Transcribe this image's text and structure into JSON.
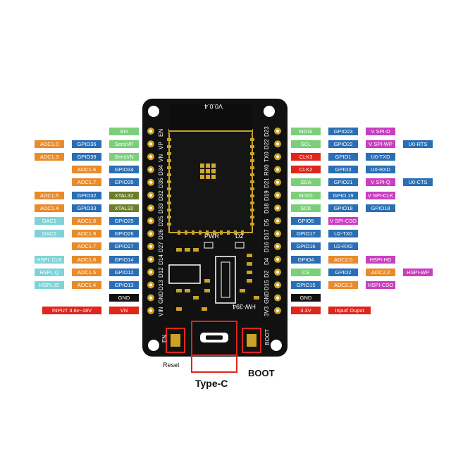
{
  "board": {
    "version": "V0.0.4",
    "model": "HW-394",
    "pwr_label": "PWR",
    "d2_label": "D2",
    "en_button_label": "EN",
    "boot_button_label": "BOOT"
  },
  "captions": {
    "reset": "Reset",
    "boot": "BOOT",
    "usb": "Type-C"
  },
  "colors": {
    "green": "#7ccf7a",
    "orange": "#e98b2a",
    "blue": "#2a6fb5",
    "olive": "#6b7e2a",
    "pink": "#c93fc0",
    "cyan": "#7fd3d8",
    "red": "#e0251b",
    "black": "#111111",
    "board": "#111111",
    "highlight": "#e0251b"
  },
  "left_pins": [
    {
      "pin": "EN",
      "labels": [
        {
          "t": "EN",
          "c": "green"
        }
      ]
    },
    {
      "pin": "VP",
      "labels": [
        {
          "t": "ADC1.0",
          "c": "orange"
        },
        {
          "t": "GPIO36",
          "c": "blue"
        },
        {
          "t": "SensVP",
          "c": "green"
        }
      ]
    },
    {
      "pin": "VN",
      "labels": [
        {
          "t": "ADC1.3",
          "c": "orange"
        },
        {
          "t": "GPIO39",
          "c": "blue"
        },
        {
          "t": "SensVN",
          "c": "green"
        }
      ]
    },
    {
      "pin": "D34",
      "labels": [
        {
          "t": "ADC1.6",
          "c": "orange"
        },
        {
          "t": "GPIO34",
          "c": "blue"
        }
      ]
    },
    {
      "pin": "D35",
      "labels": [
        {
          "t": "ADC1.7",
          "c": "orange"
        },
        {
          "t": "GPIO35",
          "c": "blue"
        }
      ]
    },
    {
      "pin": "D32",
      "labels": [
        {
          "t": "ADC1.5",
          "c": "orange"
        },
        {
          "t": "GPIO32",
          "c": "blue"
        },
        {
          "t": "XTAL32",
          "c": "olive"
        }
      ]
    },
    {
      "pin": "D33",
      "labels": [
        {
          "t": "ADC1.4",
          "c": "orange"
        },
        {
          "t": "GPIO33",
          "c": "blue"
        },
        {
          "t": "XTAL32",
          "c": "olive"
        }
      ]
    },
    {
      "pin": "D25",
      "labels": [
        {
          "t": "DAC1",
          "c": "cyan"
        },
        {
          "t": "ADC1.8",
          "c": "orange"
        },
        {
          "t": "GPIO25",
          "c": "blue"
        }
      ]
    },
    {
      "pin": "D26",
      "labels": [
        {
          "t": "DAC2",
          "c": "cyan"
        },
        {
          "t": "ADC1.9",
          "c": "orange"
        },
        {
          "t": "GPIO26",
          "c": "blue"
        }
      ]
    },
    {
      "pin": "D27",
      "labels": [
        {
          "t": "ADC1.7",
          "c": "orange"
        },
        {
          "t": "GPIO27",
          "c": "blue"
        }
      ]
    },
    {
      "pin": "D14",
      "labels": [
        {
          "t": "HSPL CLK",
          "c": "cyan"
        },
        {
          "t": "ADC1.6",
          "c": "orange"
        },
        {
          "t": "GPIO14",
          "c": "blue"
        }
      ]
    },
    {
      "pin": "D12",
      "labels": [
        {
          "t": "HSPL Q",
          "c": "cyan"
        },
        {
          "t": "ADC1.5",
          "c": "orange"
        },
        {
          "t": "GPIO12",
          "c": "blue"
        }
      ]
    },
    {
      "pin": "D13",
      "labels": [
        {
          "t": "HSPL ID",
          "c": "cyan"
        },
        {
          "t": "ADC1.4",
          "c": "orange"
        },
        {
          "t": "GPIO13",
          "c": "blue"
        }
      ]
    },
    {
      "pin": "GND",
      "labels": [
        {
          "t": "GND",
          "c": "black"
        }
      ]
    },
    {
      "pin": "VIN",
      "labels": [
        {
          "t": "INPUT  3.6v~18V",
          "c": "red"
        },
        {
          "t": "VN",
          "c": "red"
        }
      ]
    }
  ],
  "right_pins": [
    {
      "pin": "D23",
      "labels": [
        {
          "t": "MOSI",
          "c": "green"
        },
        {
          "t": "GPIO23",
          "c": "blue"
        },
        {
          "t": "V SPI-D",
          "c": "pink"
        }
      ]
    },
    {
      "pin": "D22",
      "labels": [
        {
          "t": "SCL",
          "c": "green"
        },
        {
          "t": "GPIO22",
          "c": "blue"
        },
        {
          "t": "V SPI-WP",
          "c": "pink"
        },
        {
          "t": "U0-RTS",
          "c": "blue"
        }
      ]
    },
    {
      "pin": "TX0",
      "labels": [
        {
          "t": "CLK3",
          "c": "red"
        },
        {
          "t": "GPIO1",
          "c": "blue"
        },
        {
          "t": "U0-TXD",
          "c": "blue"
        }
      ]
    },
    {
      "pin": "RX0",
      "labels": [
        {
          "t": "CLK2",
          "c": "red"
        },
        {
          "t": "GPIO3",
          "c": "blue"
        },
        {
          "t": "U0-RXD",
          "c": "blue"
        }
      ]
    },
    {
      "pin": "D21",
      "labels": [
        {
          "t": "SDA",
          "c": "green"
        },
        {
          "t": "GPIO21",
          "c": "blue"
        },
        {
          "t": "V SPI-Q",
          "c": "pink"
        },
        {
          "t": "U0-CTS",
          "c": "blue"
        }
      ]
    },
    {
      "pin": "D19",
      "labels": [
        {
          "t": "MISO",
          "c": "green"
        },
        {
          "t": "GPIO.19",
          "c": "blue"
        },
        {
          "t": "V SPI-CLK",
          "c": "pink"
        }
      ]
    },
    {
      "pin": "D18",
      "labels": [
        {
          "t": "SCK",
          "c": "green"
        },
        {
          "t": "GPIO18",
          "c": "blue"
        },
        {
          "t": "GPIO18",
          "c": "blue"
        }
      ]
    },
    {
      "pin": "D5",
      "labels": [
        {
          "t": "GPIO5",
          "c": "blue"
        },
        {
          "t": "V SPI-CSO",
          "c": "pink"
        }
      ]
    },
    {
      "pin": "D17",
      "labels": [
        {
          "t": "GPIO17",
          "c": "blue"
        },
        {
          "t": "U2-TX0",
          "c": "blue"
        }
      ]
    },
    {
      "pin": "D16",
      "labels": [
        {
          "t": "GPIO16",
          "c": "blue"
        },
        {
          "t": "U2-RX0",
          "c": "blue"
        }
      ]
    },
    {
      "pin": "D4",
      "labels": [
        {
          "t": "GPIO4",
          "c": "blue"
        },
        {
          "t": "ADC2.0",
          "c": "orange"
        },
        {
          "t": "HSPI-HD",
          "c": "pink"
        }
      ]
    },
    {
      "pin": "D2",
      "labels": [
        {
          "t": "CS",
          "c": "green"
        },
        {
          "t": "GPIO2",
          "c": "blue"
        },
        {
          "t": "ADC2.2",
          "c": "orange"
        },
        {
          "t": "HSPI-WP",
          "c": "pink"
        }
      ]
    },
    {
      "pin": "D15",
      "labels": [
        {
          "t": "GPIO15",
          "c": "blue"
        },
        {
          "t": "ADC2.3",
          "c": "orange"
        },
        {
          "t": "HSPI-CSO",
          "c": "pink"
        }
      ]
    },
    {
      "pin": "GND",
      "labels": [
        {
          "t": "GND",
          "c": "black"
        }
      ]
    },
    {
      "pin": "3V3",
      "labels": [
        {
          "t": "3.3V",
          "c": "red"
        },
        {
          "t": "Input/ Ouput",
          "c": "red"
        }
      ]
    }
  ]
}
